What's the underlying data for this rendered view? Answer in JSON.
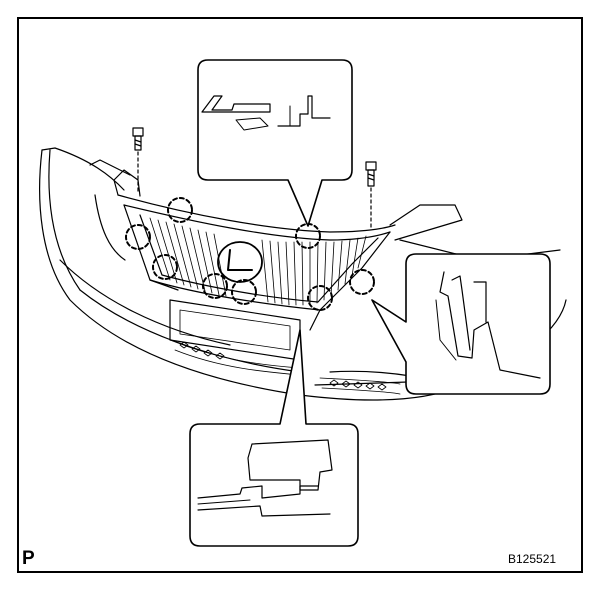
{
  "figure": {
    "corner_label": "P",
    "figure_id": "B125521"
  },
  "callouts": [
    {
      "detail": "upper-clip-detail"
    },
    {
      "detail": "side-clip-detail"
    },
    {
      "detail": "lower-clip-detail"
    }
  ],
  "clip_markers": 9,
  "colors": {
    "line": "#000000",
    "background": "#ffffff"
  }
}
